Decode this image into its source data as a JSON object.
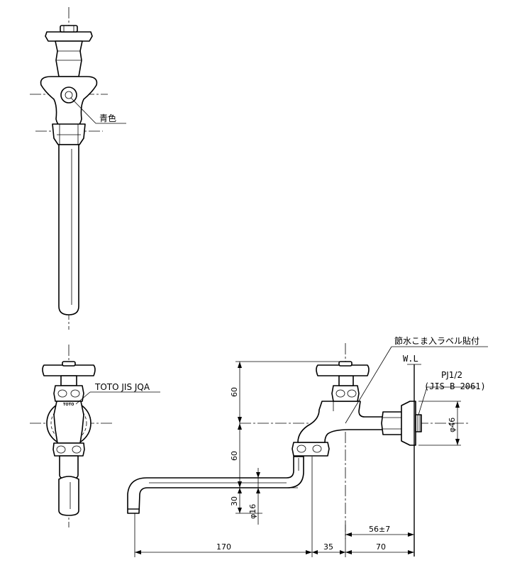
{
  "labels": {
    "blue_color": "青色",
    "jis_mark": "TOTO JIS JQA",
    "logo": "TOTO",
    "water_saving_label": "節水こま入ラベル貼付",
    "water_level": "W.L",
    "thread_spec": "PJ1/2",
    "thread_standard": "(JIS B 2061)"
  },
  "dimensions": {
    "upper_height": "60",
    "lower_height": "60",
    "spout_drop": "30",
    "spout_diameter": "φ16",
    "flange_diameter": "φ46",
    "wall_insertion": "56±7",
    "spout_length": "170",
    "offset": "35",
    "body_length": "70"
  }
}
